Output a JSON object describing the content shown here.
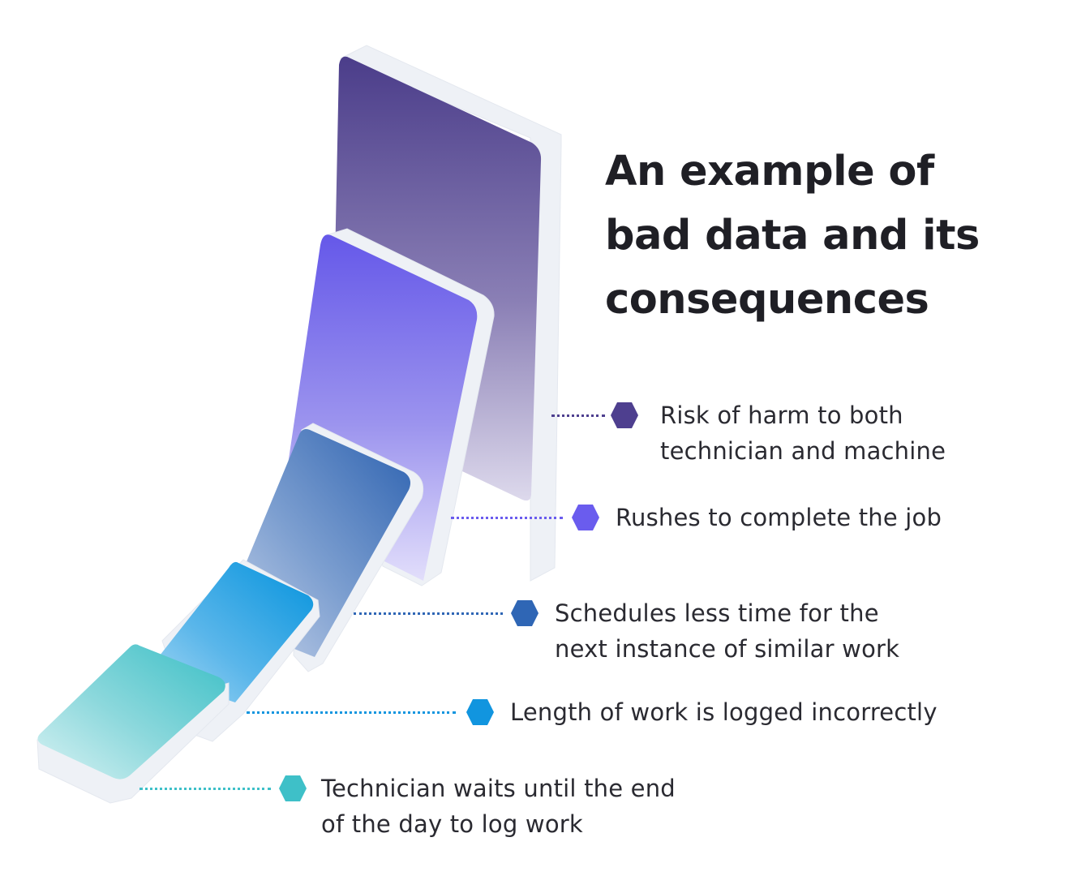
{
  "title": {
    "line1": "An example of",
    "line2": "bad data and its",
    "line3": "consequences"
  },
  "steps": [
    {
      "label": [
        "Risk of harm to both",
        "technician and machine"
      ],
      "color": "#4e3f8f",
      "icon": "hexagon-icon"
    },
    {
      "label": [
        "Rushes to complete the job"
      ],
      "color": "#6a5cee",
      "icon": "hexagon-icon"
    },
    {
      "label": [
        "Schedules less time for the",
        "next instance of similar work"
      ],
      "color": "#2f66b5",
      "icon": "hexagon-icon"
    },
    {
      "label": [
        "Length of work is logged incorrectly"
      ],
      "color": "#1195df",
      "icon": "hexagon-icon"
    },
    {
      "label": [
        "Technician waits until the end",
        "of the day to log work"
      ],
      "color": "#3ec0c8",
      "icon": "hexagon-icon"
    }
  ]
}
